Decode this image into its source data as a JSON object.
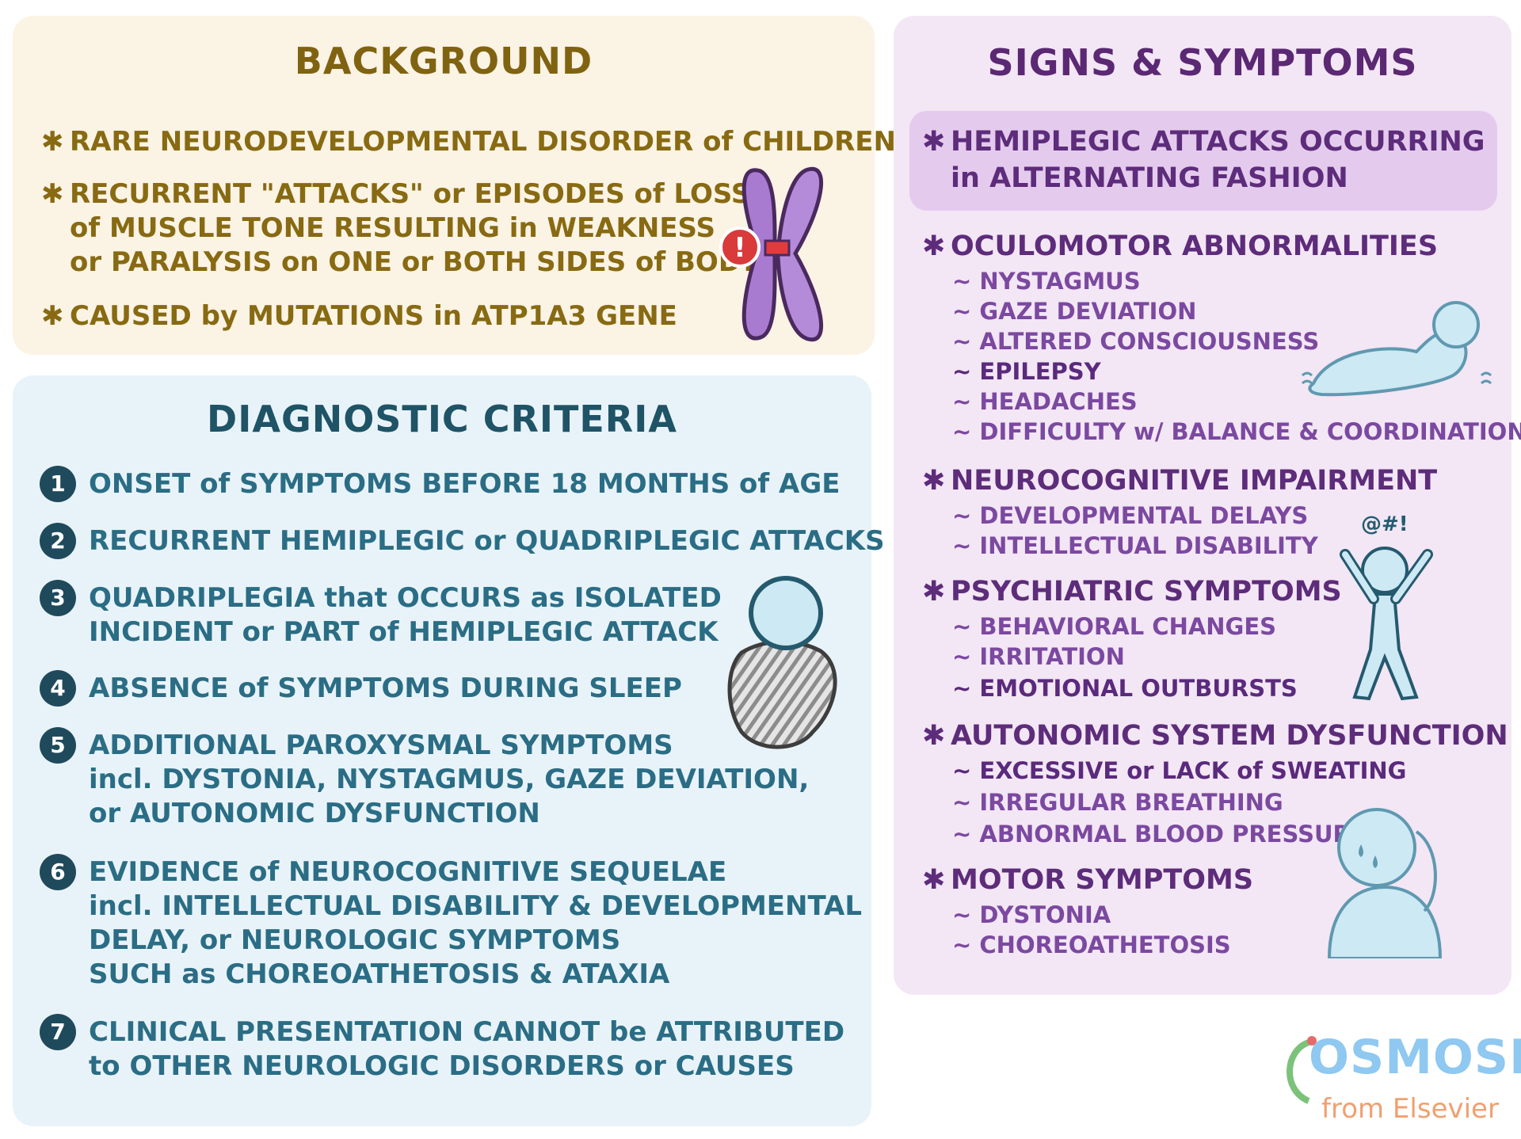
{
  "background": {
    "title": "BACKGROUND",
    "items": [
      {
        "lines": [
          "RARE NEURODEVELOPMENTAL DISORDER of CHILDREN"
        ]
      },
      {
        "lines": [
          "RECURRENT \"ATTACKS\" or EPISODES of LOSS",
          "of MUSCLE TONE RESULTING in WEAKNESS",
          "or PARALYSIS on ONE or BOTH SIDES of BODY"
        ]
      },
      {
        "lines": [
          "CAUSED by MUTATIONS in ATP1A3 GENE"
        ]
      }
    ],
    "bullet": "✱"
  },
  "diagnostic": {
    "title": "DIAGNOSTIC CRITERIA",
    "items": [
      {
        "num": "1",
        "lines": [
          "ONSET of SYMPTOMS BEFORE 18 MONTHS of AGE"
        ]
      },
      {
        "num": "2",
        "lines": [
          "RECURRENT HEMIPLEGIC or QUADRIPLEGIC ATTACKS"
        ]
      },
      {
        "num": "3",
        "lines": [
          "QUADRIPLEGIA that OCCURS as ISOLATED",
          "INCIDENT or PART of HEMIPLEGIC ATTACK"
        ]
      },
      {
        "num": "4",
        "lines": [
          "ABSENCE of SYMPTOMS DURING SLEEP"
        ]
      },
      {
        "num": "5",
        "lines": [
          "ADDITIONAL PAROXYSMAL SYMPTOMS",
          "incl. DYSTONIA, NYSTAGMUS, GAZE DEVIATION,",
          "or AUTONOMIC DYSFUNCTION"
        ]
      },
      {
        "num": "6",
        "lines": [
          "EVIDENCE of NEUROCOGNITIVE SEQUELAE",
          "incl. INTELLECTUAL DISABILITY & DEVELOPMENTAL",
          "DELAY, or NEUROLOGIC SYMPTOMS",
          "SUCH as CHOREOATHETOSIS & ATAXIA"
        ]
      },
      {
        "num": "7",
        "lines": [
          "CLINICAL PRESENTATION CANNOT be ATTRIBUTED",
          "to OTHER NEUROLOGIC DISORDERS or CAUSES"
        ]
      }
    ]
  },
  "signs": {
    "title": "SIGNS & SYMPTOMS",
    "bullet": "✱",
    "highlight": [
      "HEMIPLEGIC ATTACKS OCCURRING",
      "in ALTERNATING FASHION"
    ],
    "groups": [
      {
        "head": "OCULOMOTOR ABNORMALITIES",
        "subs": [
          "~ NYSTAGMUS",
          "~ GAZE DEVIATION",
          "~ ALTERED CONSCIOUSNESS",
          "~ EPILEPSY",
          "~ HEADACHES",
          "~ DIFFICULTY w/ BALANCE & COORDINATION"
        ]
      },
      {
        "head": "NEUROCOGNITIVE IMPAIRMENT",
        "subs": [
          "~ DEVELOPMENTAL DELAYS",
          "~ INTELLECTUAL DISABILITY"
        ]
      },
      {
        "head": "PSYCHIATRIC SYMPTOMS",
        "subs": [
          "~ BEHAVIORAL CHANGES",
          "~ IRRITATION",
          "~ EMOTIONAL OUTBURSTS"
        ]
      },
      {
        "head": "AUTONOMIC SYSTEM DYSFUNCTION",
        "subs": [
          "~ EXCESSIVE or LACK of SWEATING",
          "~ IRREGULAR BREATHING",
          "~ ABNORMAL BLOOD PRESSURE"
        ]
      },
      {
        "head": "MOTOR SYMPTOMS",
        "subs": [
          "~ DYSTONIA",
          "~ CHOREOATHETOSIS"
        ]
      }
    ]
  },
  "illustration_text": {
    "frustration_symbols": "@#!"
  },
  "logo": {
    "word": "OSMOSIS",
    "sub": "from Elsevier"
  },
  "colors": {
    "background_panel": "#fbf3e4",
    "diagnostic_panel": "#e8f3f9",
    "signs_panel": "#f3e6f5",
    "background_text": "#876a12",
    "diagnostic_text": "#2a6d85",
    "signs_text": "#5d2c7a",
    "chromosome": "#a87bd0",
    "figure": "#cde9f4",
    "alert": "#d93a3a"
  },
  "icons": [
    "chromosome-icon",
    "alert-icon",
    "baby-icon",
    "lying-figure-icon",
    "frustrated-figure-icon",
    "sweating-figure-icon"
  ]
}
